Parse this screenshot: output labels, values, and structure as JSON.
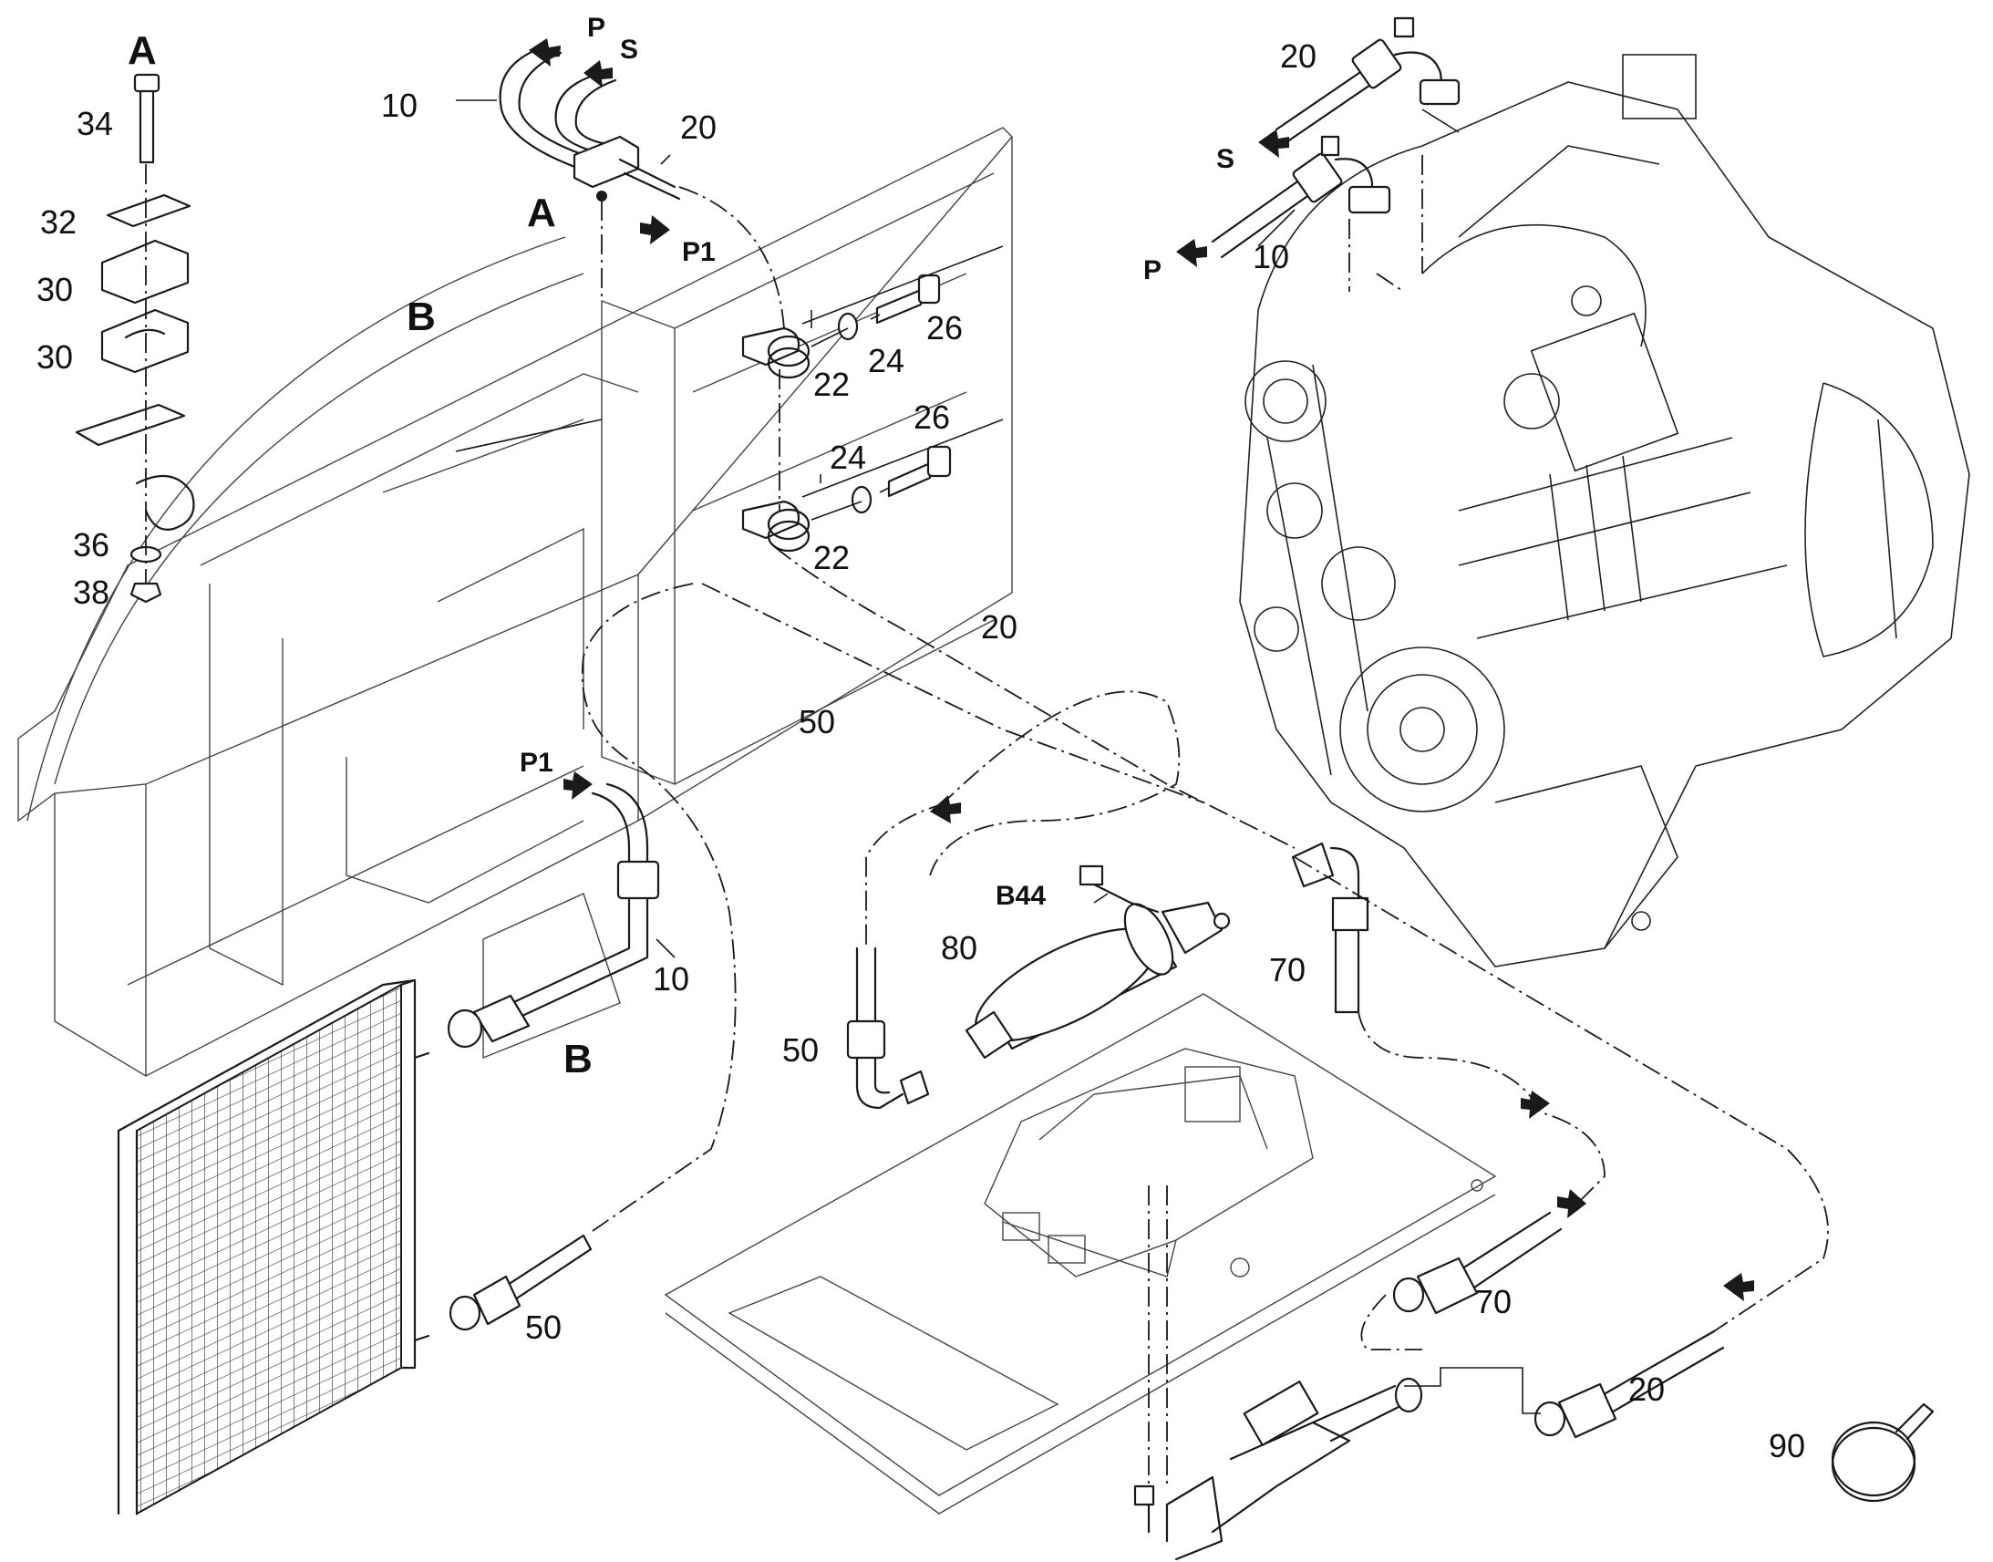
{
  "labels": {
    "detail_a_title": "A",
    "n34": "34",
    "n32": "32",
    "n30a": "30",
    "n30b": "30",
    "n36": "36",
    "n38": "38",
    "n10_top": "10",
    "p_top": "P",
    "s_top": "S",
    "n20_top": "20",
    "a_clamp": "A",
    "p1_top": "P1",
    "b_frame": "B",
    "n24a": "24",
    "n26a": "26",
    "n22a": "22",
    "n26b": "26",
    "n24b": "24",
    "n22b": "22",
    "n20_mid": "20",
    "n50_mid": "50",
    "p1_mid": "P1",
    "n10_mid": "10",
    "b_bottom": "B",
    "n50_bottom": "50",
    "n20_engine": "20",
    "s_engine": "S",
    "p_engine": "P",
    "n10_engine": "10",
    "b44": "B44",
    "n80": "80",
    "n70_upper": "70",
    "n50_right": "50",
    "n70_lower": "70",
    "n20_lower": "20",
    "n90": "90"
  }
}
